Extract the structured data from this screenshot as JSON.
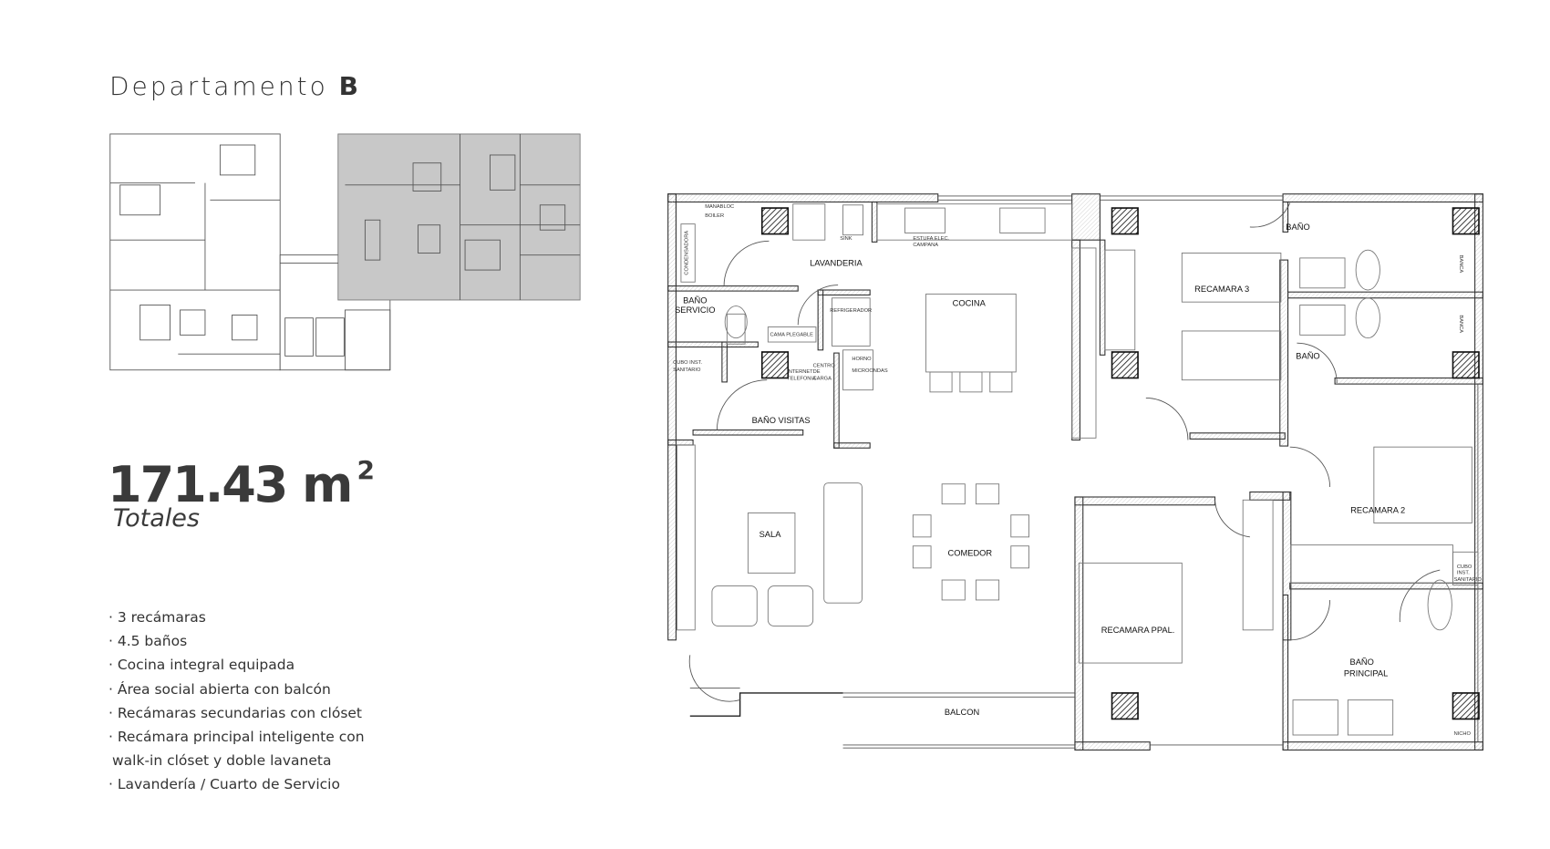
{
  "header": {
    "title_prefix": "Departamento",
    "title_unit": "B"
  },
  "area": {
    "value": "171.43 m",
    "unit_sup": "2",
    "label": "Totales"
  },
  "features": [
    "· 3 recámaras",
    "· 4.5 baños",
    "· Cocina integral equipada",
    "· Área social abierta con balcón",
    "· Recámaras secundarias con clóset",
    "· Recámara principal inteligente con",
    " walk-in clóset y doble lavaneta",
    "· Lavandería / Cuarto de Servicio"
  ],
  "plan": {
    "rooms": {
      "lavanderia": "LAVANDERIA",
      "cocina": "COCINA",
      "bano_servicio_1": "BAÑO",
      "bano_servicio_2": "SERVICIO",
      "bano_visitas": "BAÑO VISITAS",
      "sala": "SALA",
      "comedor": "COMEDOR",
      "recamara3": "RECAMARA 3",
      "bano_a": "BAÑO",
      "bano_b": "BAÑO",
      "recamara2": "RECAMARA 2",
      "recamara_ppal": "RECAMARA PPAL.",
      "bano_principal_1": "BAÑO",
      "bano_principal_2": "PRINCIPAL",
      "balcon": "BALCON"
    },
    "notes": {
      "manabloc": "MANABLOC",
      "boiler": "BOILER",
      "condensadora": "CONDENSADORA",
      "sink": "SINK",
      "estufa": "ESTUFA ELEC.",
      "campana": "CAMPANA",
      "cama_plegable": "CAMA PLEGABLE",
      "refrigerador": "REFRIGERADOR",
      "cubo1_a": "CUBO INST.",
      "cubo1_b": "SANITARIO",
      "internet": "INTERNET",
      "telefonia": "TELEFONIA",
      "centro": "CENTRO",
      "de": "DE",
      "carga": "CARGA",
      "horno": "HORNO",
      "microondas": "MICROONDAS",
      "banca1": "BANCA",
      "banca2": "BANCA",
      "cubo2_a": "CUBO",
      "cubo2_b": "INST.",
      "cubo2_c": "SANITARIO",
      "nicho": "NICHO"
    }
  }
}
